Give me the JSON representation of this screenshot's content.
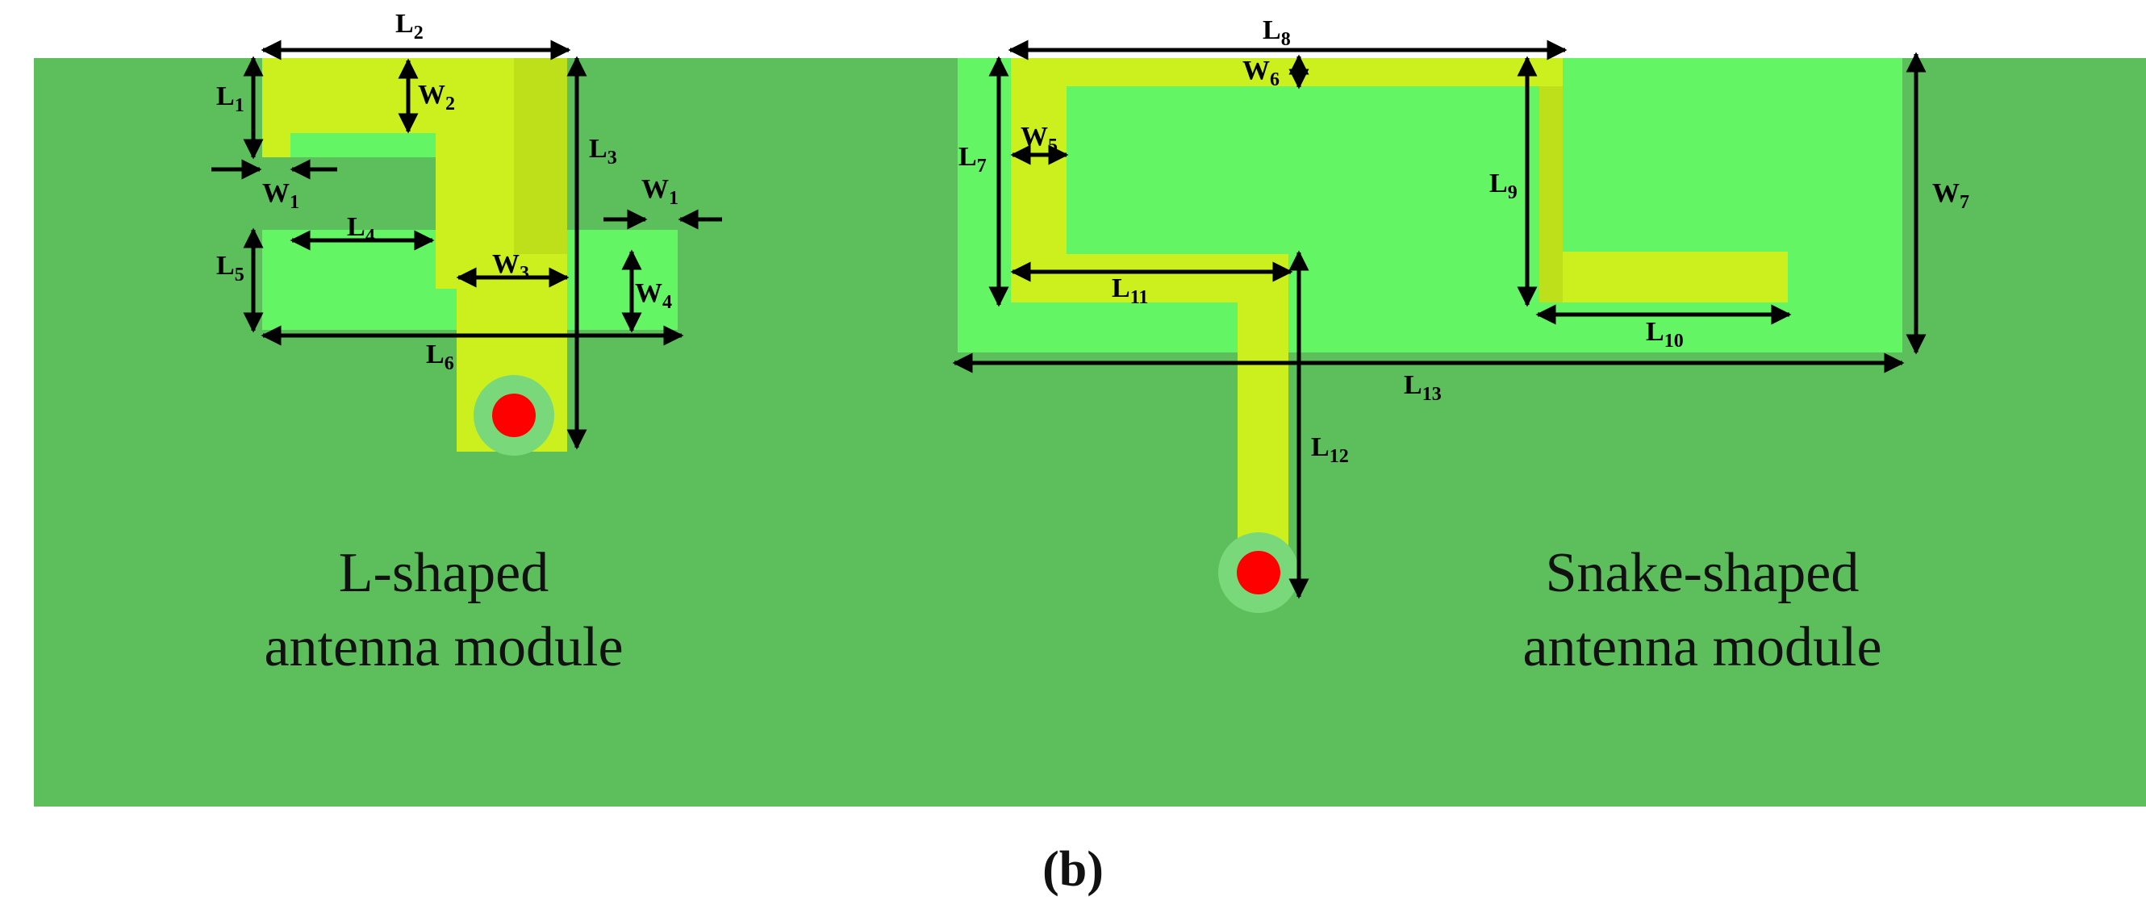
{
  "colors": {
    "ground_plane": "#5cbf5c",
    "substrate": "#63f563",
    "patch": "#ccf01e",
    "patch_shade": "#bde01a",
    "feed_point": "#ff0000",
    "feed_ring": "#79d879",
    "dimension_line": "#000000"
  },
  "l_module": {
    "caption_line1": "L-shaped",
    "caption_line2": "antenna module",
    "labels": {
      "L1": {
        "main": "L",
        "sub": "1"
      },
      "L2": {
        "main": "L",
        "sub": "2"
      },
      "L3": {
        "main": "L",
        "sub": "3"
      },
      "L4": {
        "main": "L",
        "sub": "4"
      },
      "L5": {
        "main": "L",
        "sub": "5"
      },
      "L6": {
        "main": "L",
        "sub": "6"
      },
      "W1a": {
        "main": "W",
        "sub": "1"
      },
      "W1b": {
        "main": "W",
        "sub": "1"
      },
      "W2": {
        "main": "W",
        "sub": "2"
      },
      "W3": {
        "main": "W",
        "sub": "3"
      },
      "W4": {
        "main": "W",
        "sub": "4"
      }
    }
  },
  "snake_module": {
    "caption_line1": "Snake-shaped",
    "caption_line2": "antenna module",
    "labels": {
      "L7": {
        "main": "L",
        "sub": "7"
      },
      "L8": {
        "main": "L",
        "sub": "8"
      },
      "L9": {
        "main": "L",
        "sub": "9"
      },
      "L10": {
        "main": "L",
        "sub": "10"
      },
      "L11": {
        "main": "L",
        "sub": "11"
      },
      "L12": {
        "main": "L",
        "sub": "12"
      },
      "L13": {
        "main": "L",
        "sub": "13"
      },
      "W5": {
        "main": "W",
        "sub": "5"
      },
      "W6": {
        "main": "W",
        "sub": "6"
      },
      "W7": {
        "main": "W",
        "sub": "7"
      }
    }
  },
  "panel_label": "(b)"
}
